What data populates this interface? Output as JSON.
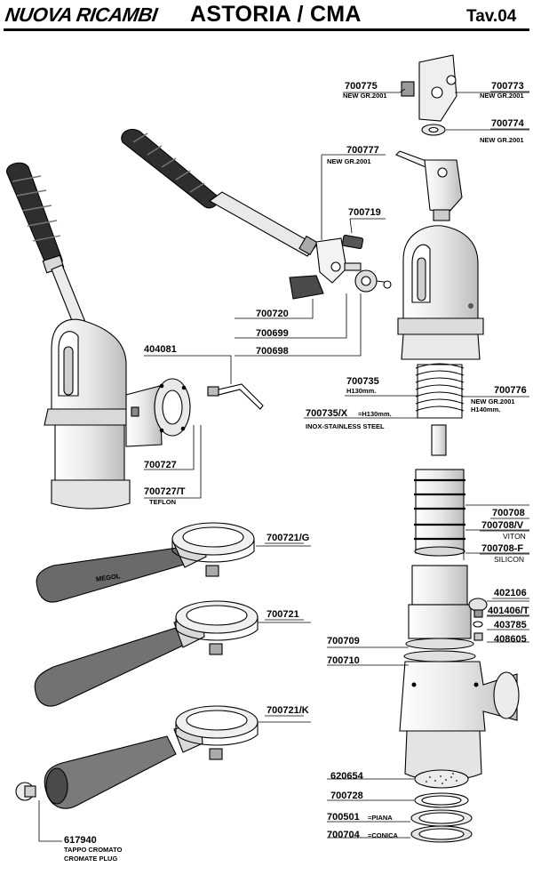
{
  "header": {
    "brand": "NUOVA RICAMBI",
    "title": "ASTORIA / CMA",
    "table": "Tav.04"
  },
  "parts": {
    "p700775": {
      "code": "700775",
      "note": "NEW GR.2001"
    },
    "p700773": {
      "code": "700773",
      "note": "NEW GR.2001"
    },
    "p700774": {
      "code": "700774",
      "note": "NEW GR.2001"
    },
    "p700777": {
      "code": "700777",
      "note": "NEW GR.2001"
    },
    "p700719": {
      "code": "700719"
    },
    "p700720": {
      "code": "700720"
    },
    "p700699": {
      "code": "700699"
    },
    "p700698": {
      "code": "700698"
    },
    "p404081": {
      "code": "404081"
    },
    "p700735": {
      "code": "700735",
      "note": "H130mm."
    },
    "p700776": {
      "code": "700776",
      "note": "NEW GR.2001",
      "note2": "H140mm."
    },
    "p700735x": {
      "code": "700735/X",
      "suffix": "=H130mm.",
      "note": "INOX-STAINLESS STEEL"
    },
    "p700727": {
      "code": "700727"
    },
    "p700727t": {
      "code": "700727/T",
      "note": "TEFLON"
    },
    "p700708": {
      "code": "700708"
    },
    "p700708v": {
      "code": "700708/V",
      "note": "VITON"
    },
    "p700708f": {
      "code": "700708-F",
      "note": "SILICON"
    },
    "p700721g": {
      "code": "700721/G",
      "brand": "MEGOL"
    },
    "p700721": {
      "code": "700721"
    },
    "p700721k": {
      "code": "700721/K"
    },
    "p402106": {
      "code": "402106"
    },
    "p401406t": {
      "code": "401406/T"
    },
    "p403785": {
      "code": "403785"
    },
    "p408605": {
      "code": "408605"
    },
    "p700709": {
      "code": "700709"
    },
    "p700710": {
      "code": "700710"
    },
    "p620654": {
      "code": "620654"
    },
    "p700728": {
      "code": "700728"
    },
    "p700501": {
      "code": "700501",
      "suffix": "=PIANA"
    },
    "p700704": {
      "code": "700704",
      "suffix": "=CONICA"
    },
    "p617940": {
      "code": "617940",
      "note": "TAPPO CROMATO",
      "note2": "CROMATE PLUG"
    }
  },
  "colors": {
    "ink": "#000000",
    "paper": "#ffffff",
    "light_metal": "#e6e6e6",
    "shade": "#b8b8b8",
    "grip": "#5a5a5a",
    "handle_dark": "#2a2a2a"
  }
}
